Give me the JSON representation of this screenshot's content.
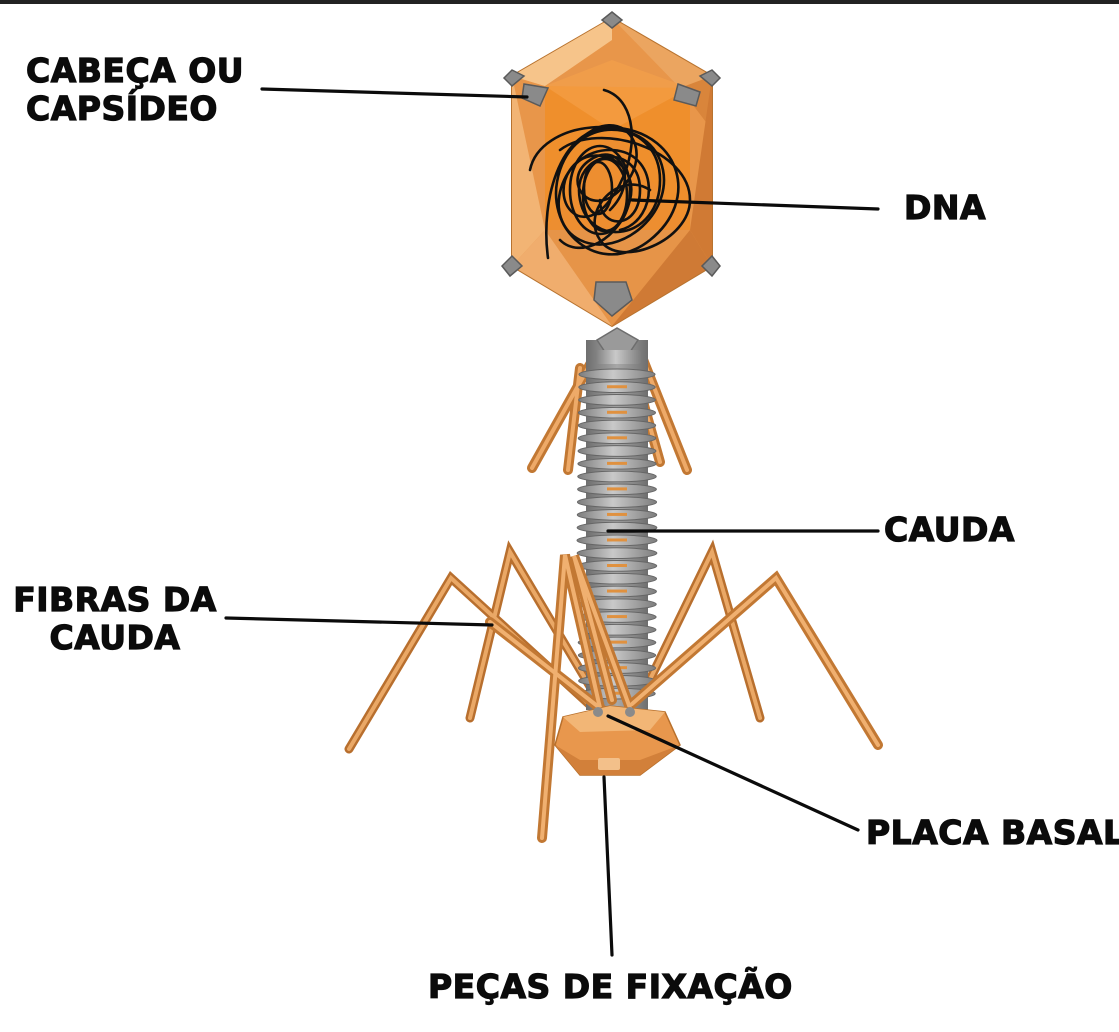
{
  "labels": {
    "capsid_line1": "CABEÇA OU",
    "capsid_line2": "CAPSÍDEO",
    "dna": "DNA",
    "tail": "CAUDA",
    "tail_fibers_line1": "FIBRAS DA",
    "tail_fibers_line2": "CAUDA",
    "base_plate": "PLACA BASAL",
    "attachment_pins": "PEÇAS DE FIXAÇÃO"
  },
  "colors": {
    "label_text": "#0b0b0b",
    "leader_line": "#0b0b0b",
    "capsid_orange": "#e8964a",
    "capsid_light": "#f0b06e",
    "capsid_dark": "#d7813a",
    "tail_gray": "#9b9b9b",
    "fiber_orange": "#e09a55",
    "background": "#ffffff"
  }
}
